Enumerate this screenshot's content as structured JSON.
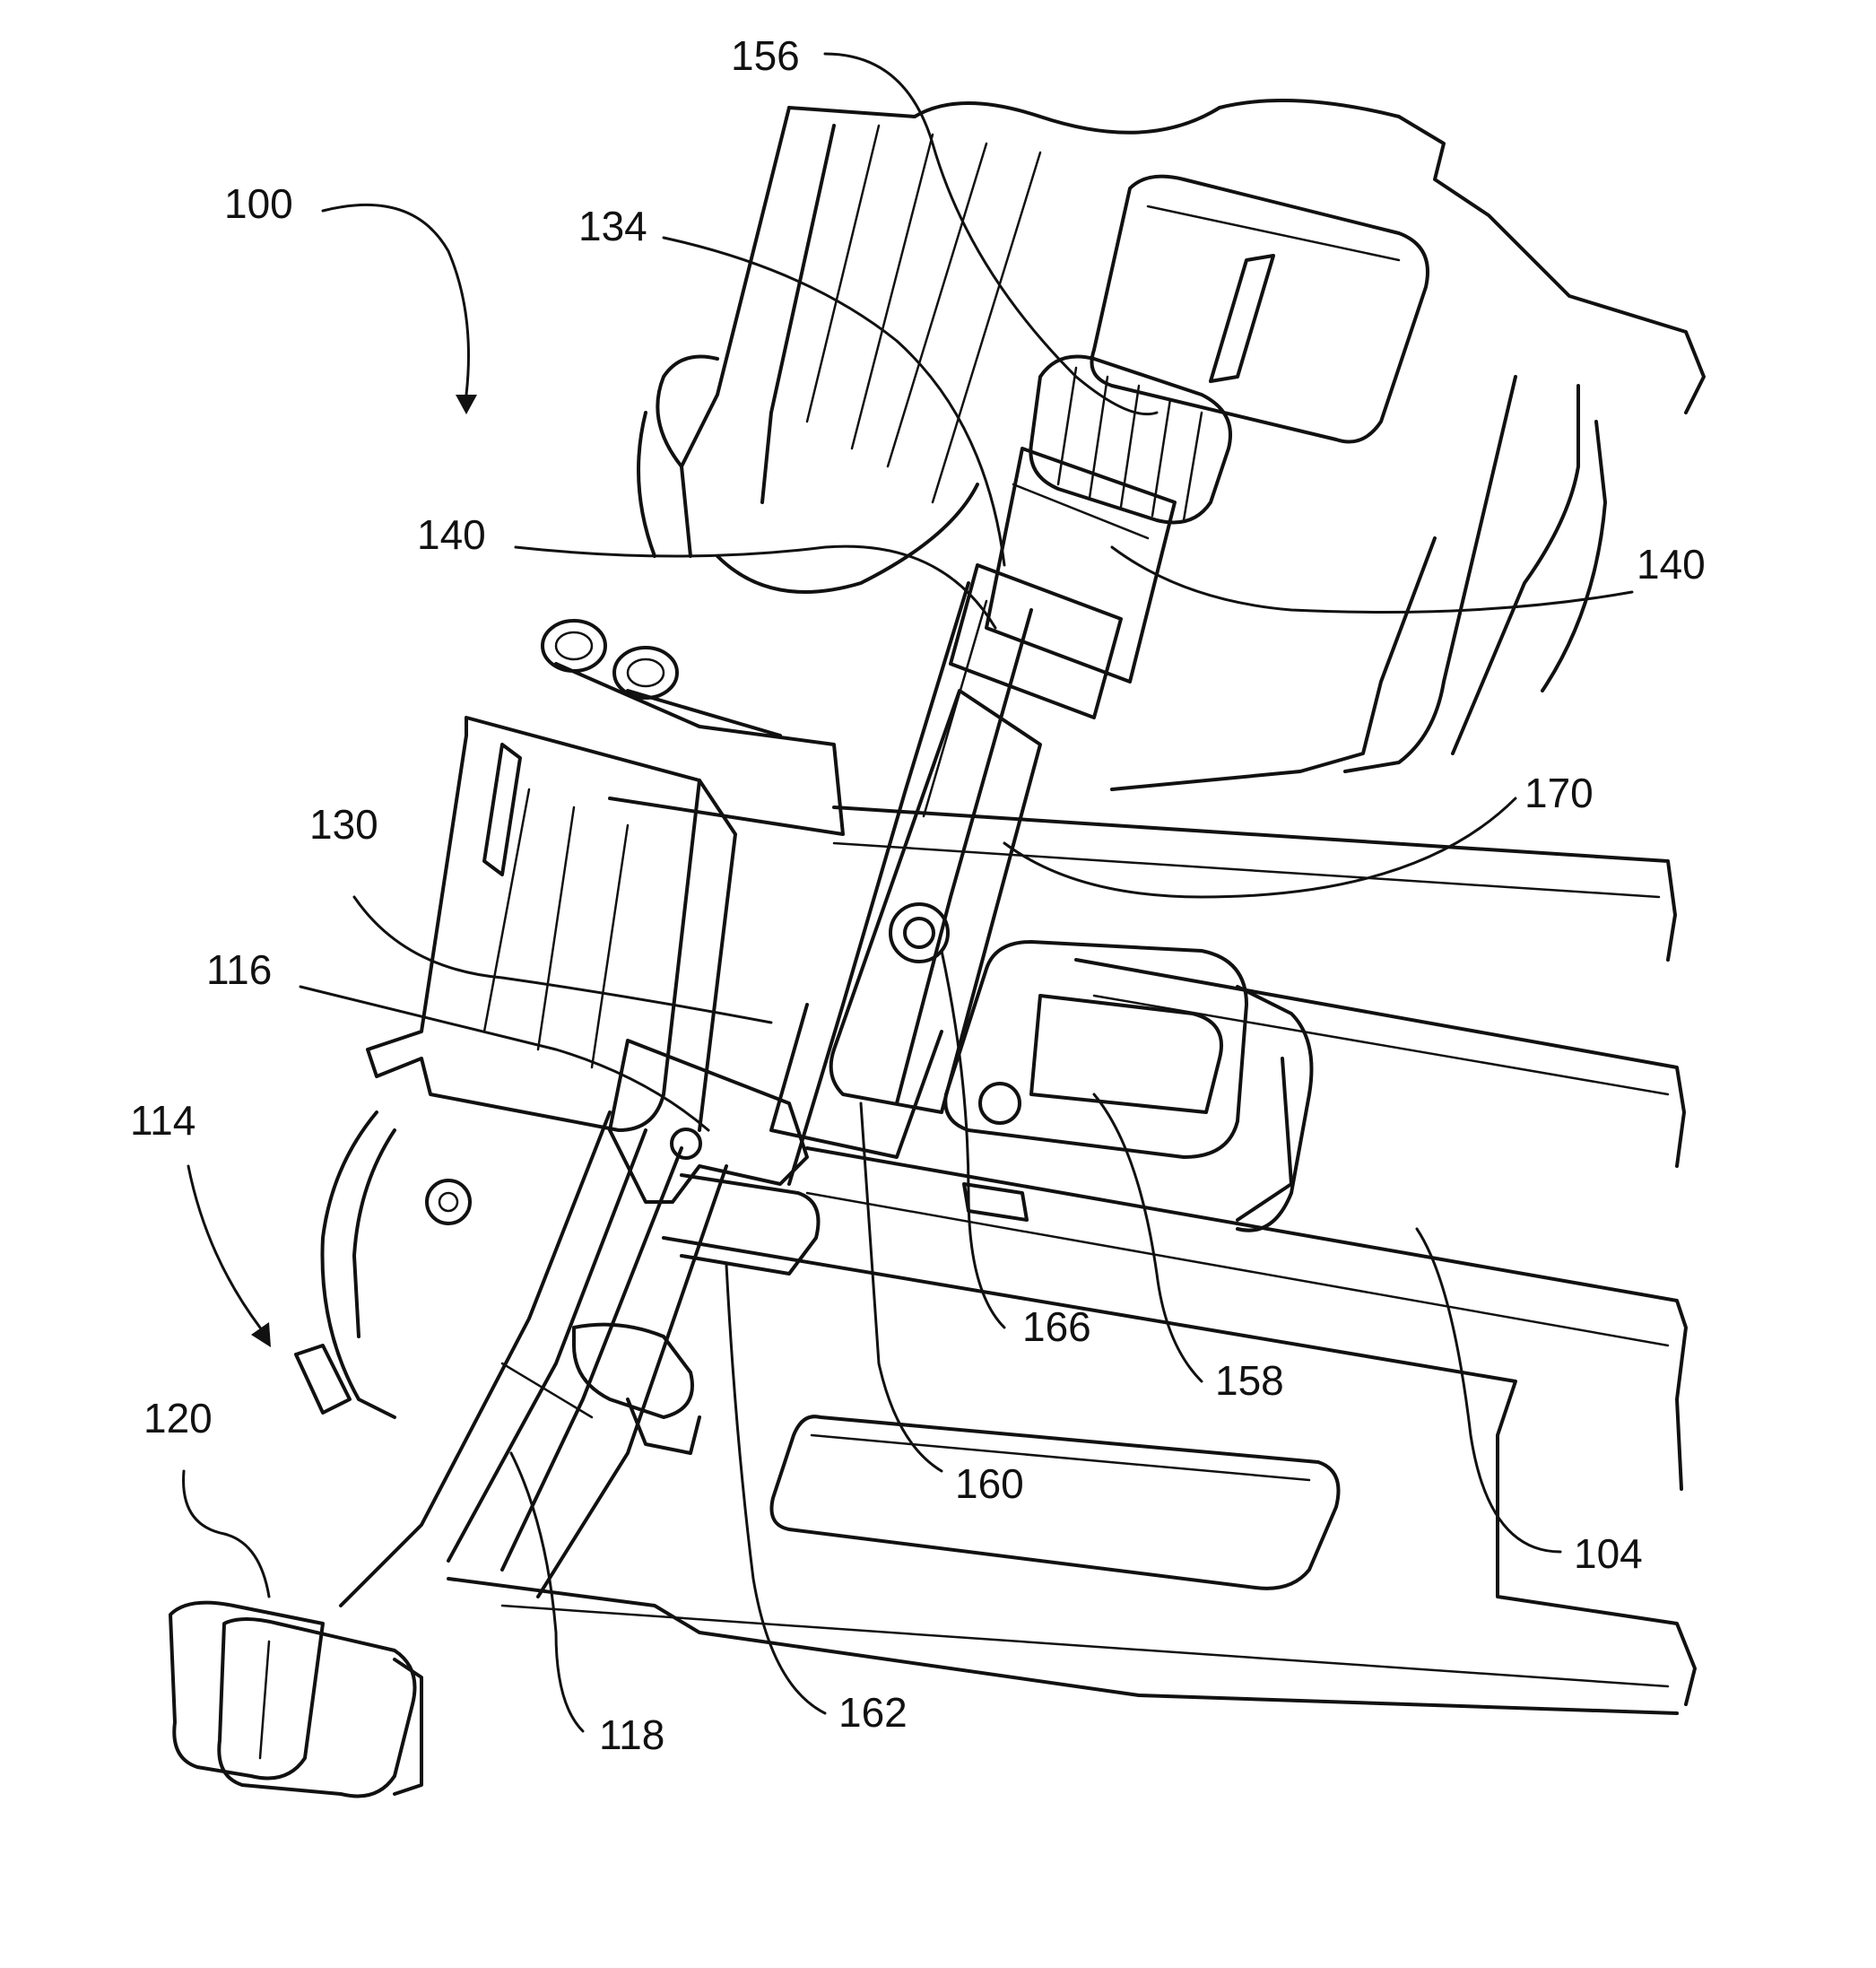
{
  "figure": {
    "labels": [
      {
        "id": "100",
        "text": "100"
      },
      {
        "id": "156",
        "text": "156"
      },
      {
        "id": "134",
        "text": "134"
      },
      {
        "id": "140a",
        "text": "140"
      },
      {
        "id": "140b",
        "text": "140"
      },
      {
        "id": "170",
        "text": "170"
      },
      {
        "id": "130",
        "text": "130"
      },
      {
        "id": "116",
        "text": "116"
      },
      {
        "id": "114",
        "text": "114"
      },
      {
        "id": "120",
        "text": "120"
      },
      {
        "id": "166",
        "text": "166"
      },
      {
        "id": "158",
        "text": "158"
      },
      {
        "id": "160",
        "text": "160"
      },
      {
        "id": "104",
        "text": "104"
      },
      {
        "id": "118",
        "text": "118"
      },
      {
        "id": "162",
        "text": "162"
      }
    ]
  }
}
